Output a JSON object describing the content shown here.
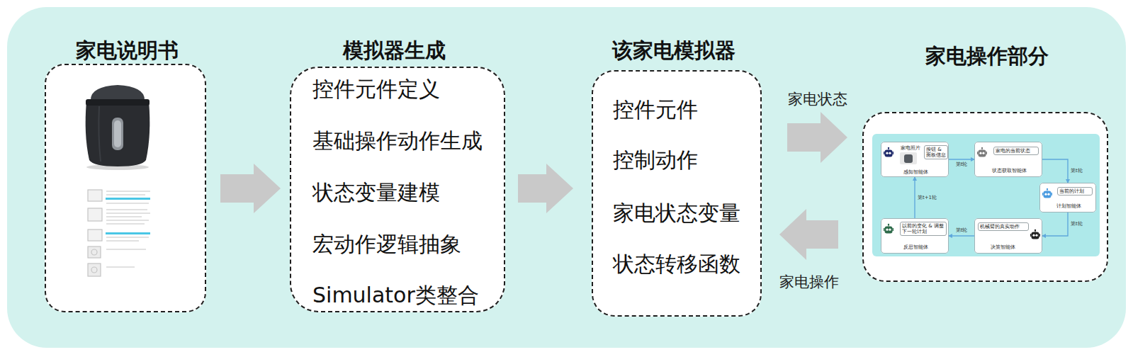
{
  "diagram": {
    "nodes": [
      {
        "text": [
          "家电说明书"
        ]
      },
      {
        "text": [
          "模拟器生成",
          "控件元件定义",
          "基础操作动作生成",
          "状态变量建模",
          "宏动作逻辑抽象",
          "Simulator类整合"
        ]
      },
      {
        "text": [
          "该家电模拟器",
          "控件元件",
          "控制动作",
          "家电状态变量",
          "状态转移函数"
        ]
      },
      {
        "text": [
          "家电操作部分"
        ]
      },
      {
        "text": [
          "家电照片",
          "按钮 & 面板信息",
          "感知智能体"
        ],
        "in": 3
      },
      {
        "text": [
          "家电的当前状态",
          "状态获取智能体"
        ],
        "in": 3
      },
      {
        "text": [
          "当前的计划",
          "计划智能体"
        ],
        "in": 3
      },
      {
        "text": [
          "机械臂的真实动作",
          "决策智能体"
        ],
        "in": 3
      },
      {
        "text": [
          "以前的变化 & 调整下一轮计划",
          "反思智能体"
        ],
        "in": 3
      }
    ],
    "edges": [
      {
        "from": 0,
        "to": 1,
        "arrow": "to"
      },
      {
        "from": 1,
        "to": 2,
        "arrow": "to"
      },
      {
        "from": 2,
        "to": 3,
        "label": "家电状态",
        "arrow": "to"
      },
      {
        "from": 3,
        "to": 2,
        "label": "家电操作",
        "arrow": "to"
      },
      {
        "from": 4,
        "to": 5,
        "label": "第t轮",
        "arrow": "to"
      },
      {
        "from": 5,
        "to": 6,
        "label": "第t轮",
        "arrow": "to"
      },
      {
        "from": 6,
        "to": 7,
        "label": "第t轮",
        "arrow": "to"
      },
      {
        "from": 7,
        "to": 8,
        "label": "第t轮",
        "arrow": "to"
      },
      {
        "from": 8,
        "to": 4,
        "label": "第t+1轮",
        "arrow": "to"
      }
    ]
  }
}
